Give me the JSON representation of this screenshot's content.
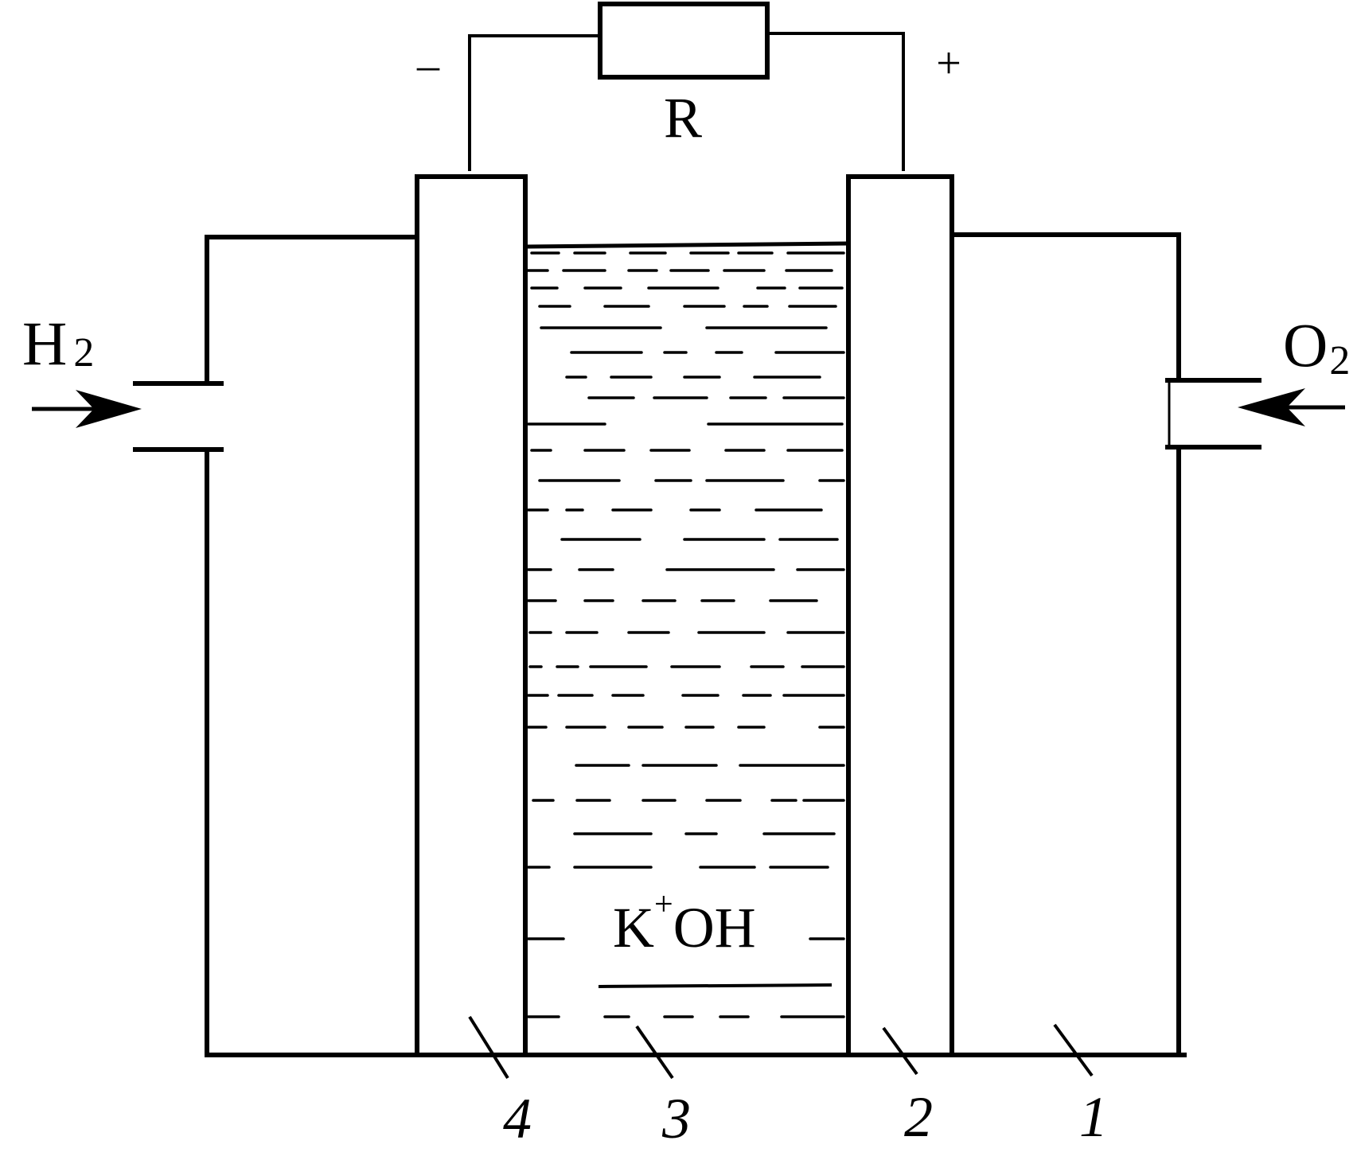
{
  "labels": {
    "resistor": "R",
    "minus": "–",
    "plus": "+",
    "hydrogen": "H",
    "hydrogen_sub": "2",
    "oxygen": "O",
    "oxygen_sub": "2",
    "electrolyte_k": "K",
    "electrolyte_k_sup": "+",
    "electrolyte_oh": "OH",
    "part_1": "1",
    "part_2": "2",
    "part_3": "3",
    "part_4": "4"
  },
  "colors": {
    "ink": "#000000",
    "background": "#ffffff"
  }
}
